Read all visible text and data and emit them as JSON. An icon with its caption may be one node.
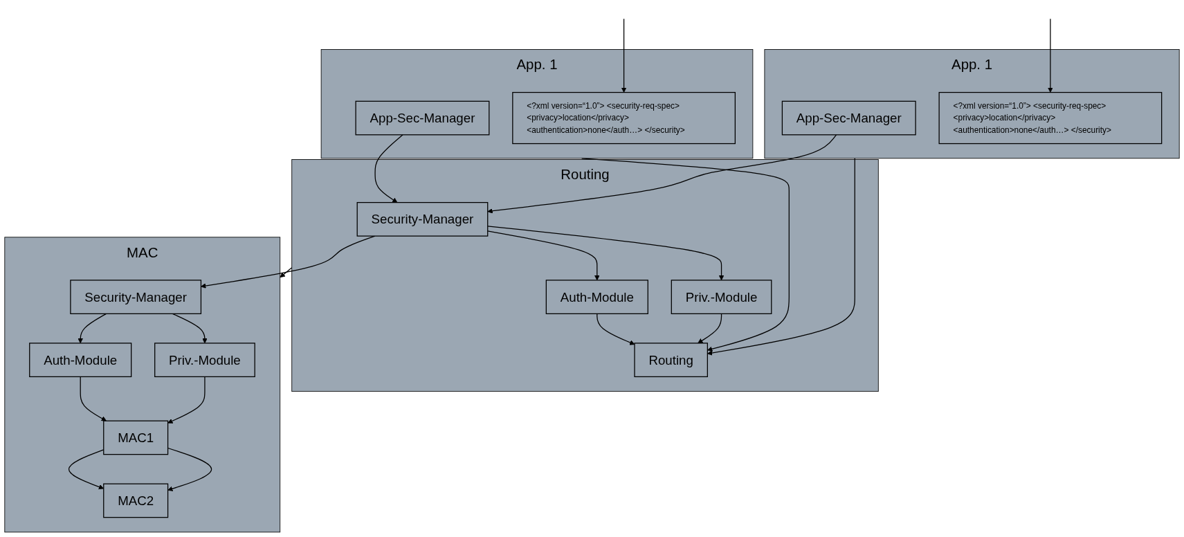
{
  "diagram": {
    "nodes": [
      {
        "text": [
          "App. 1"
        ]
      },
      {
        "text": [
          "App-Sec-Manager"
        ],
        "in": 0
      },
      {
        "text": [
          "<?xml version=“1.0”> <security-req-spec> <privacy>location</privacy> <authentication>none</auth…> </security>"
        ],
        "in": 0
      },
      {
        "text": [
          "App. 1"
        ]
      },
      {
        "text": [
          "App-Sec-Manager"
        ],
        "in": 3
      },
      {
        "text": [
          "<?xml version=“1.0”> <security-req-spec> <privacy>location</privacy> <authentication>none</auth…> </security>"
        ],
        "in": 3
      },
      {
        "text": [
          "Routing"
        ]
      },
      {
        "text": [
          "Security-Manager"
        ],
        "in": 6
      },
      {
        "text": [
          "Auth-Module"
        ],
        "in": 6
      },
      {
        "text": [
          "Priv.-Module"
        ],
        "in": 6
      },
      {
        "text": [
          "Routing"
        ],
        "in": 6
      },
      {
        "text": [
          "MAC"
        ]
      },
      {
        "text": [
          "Security-Manager"
        ],
        "in": 11
      },
      {
        "text": [
          "Auth-Module"
        ],
        "in": 11
      },
      {
        "text": [
          "Priv.-Module"
        ],
        "in": 11
      },
      {
        "text": [
          "MAC1"
        ],
        "in": 11
      },
      {
        "text": [
          "MAC2"
        ],
        "in": 11
      }
    ],
    "edges": [
      {
        "from": null,
        "to": 2,
        "arrow": "to"
      },
      {
        "from": null,
        "to": 5,
        "arrow": "to"
      },
      {
        "from": 1,
        "to": 7,
        "arrow": "to"
      },
      {
        "from": 4,
        "to": 7,
        "arrow": "to"
      },
      {
        "from": 0,
        "to": 10,
        "arrow": "to"
      },
      {
        "from": 3,
        "to": 10,
        "arrow": "to"
      },
      {
        "from": 7,
        "to": 8,
        "arrow": "to"
      },
      {
        "from": 7,
        "to": 9,
        "arrow": "to"
      },
      {
        "from": 8,
        "to": 10,
        "arrow": "to"
      },
      {
        "from": 9,
        "to": 10,
        "arrow": "to"
      },
      {
        "from": 7,
        "to": 12,
        "arrow": "to"
      },
      {
        "from": 6,
        "to": 11,
        "arrow": "to"
      },
      {
        "from": 12,
        "to": 13,
        "arrow": "to"
      },
      {
        "from": 12,
        "to": 14,
        "arrow": "to"
      },
      {
        "from": 13,
        "to": 15,
        "arrow": "to"
      },
      {
        "from": 14,
        "to": 15,
        "arrow": "to"
      },
      {
        "from": 15,
        "to": 16,
        "arrow": "to"
      },
      {
        "from": 15,
        "to": 16,
        "arrow": "to"
      }
    ]
  }
}
